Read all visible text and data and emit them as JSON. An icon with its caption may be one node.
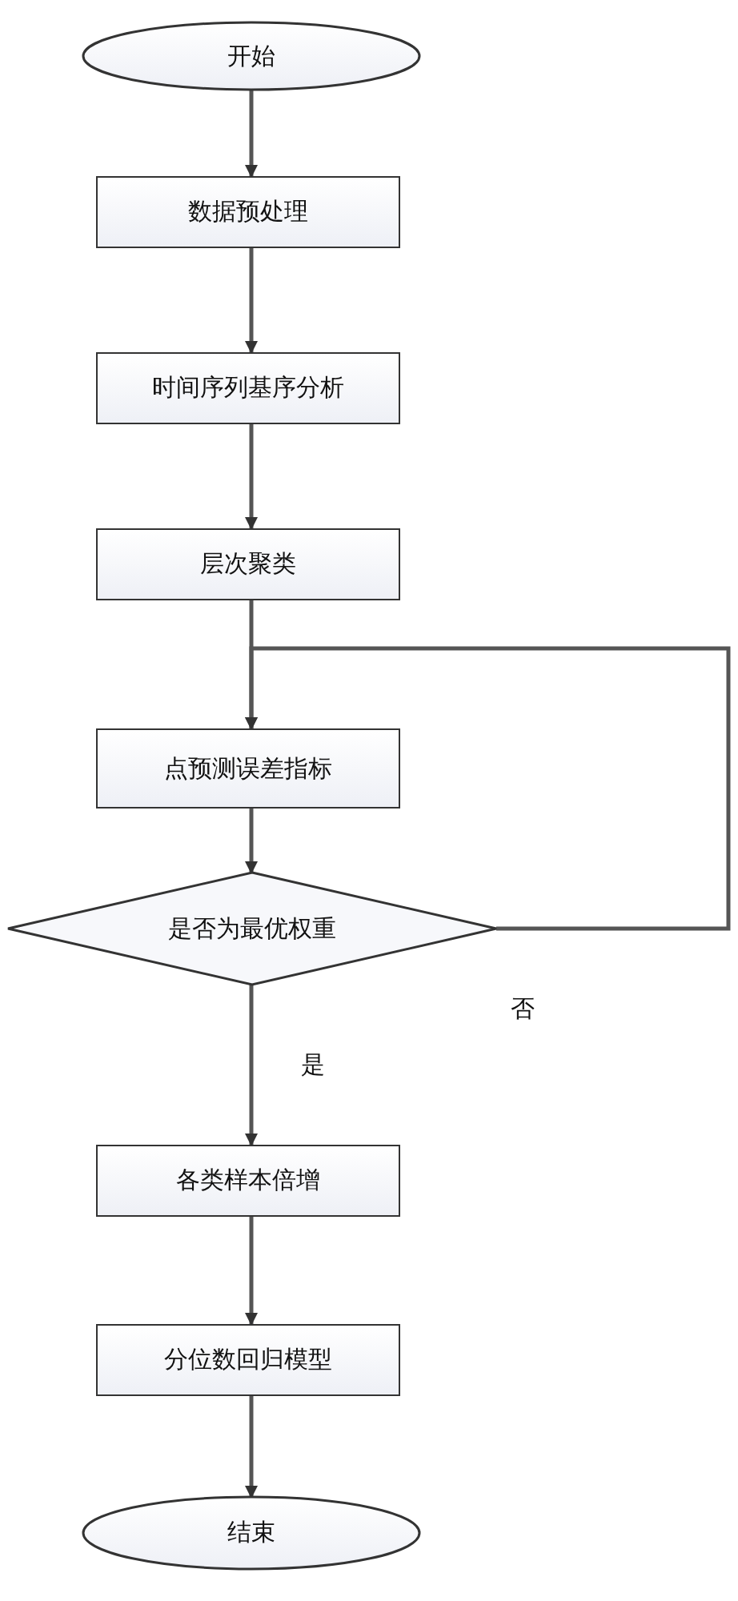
{
  "diagram": {
    "nodes": [
      {
        "text": [
          "开始"
        ]
      },
      {
        "text": [
          "数据预处理"
        ]
      },
      {
        "text": [
          "时间序列基序分析"
        ]
      },
      {
        "text": [
          "层次聚类"
        ]
      },
      {
        "text": [
          "点预测误差指标"
        ]
      },
      {
        "text": [
          "是否为最优权重"
        ]
      },
      {
        "text": [
          "各类样本倍增"
        ]
      },
      {
        "text": [
          "分位数回归模型"
        ]
      },
      {
        "text": [
          "结束"
        ]
      }
    ],
    "edges": [
      {
        "from": 0,
        "to": 1,
        "arrow": "to"
      },
      {
        "from": 1,
        "to": 2,
        "arrow": "to"
      },
      {
        "from": 2,
        "to": 3,
        "arrow": "to"
      },
      {
        "from": 3,
        "to": 4,
        "arrow": "to"
      },
      {
        "from": 4,
        "to": 5,
        "arrow": "to"
      },
      {
        "from": 5,
        "to": 6,
        "arrow": "to",
        "label": "是"
      },
      {
        "from": 6,
        "to": 7,
        "arrow": "to"
      },
      {
        "from": 7,
        "to": 8,
        "arrow": "to"
      },
      {
        "from": 5,
        "to": 4,
        "arrow": "to",
        "label": "否"
      }
    ]
  }
}
